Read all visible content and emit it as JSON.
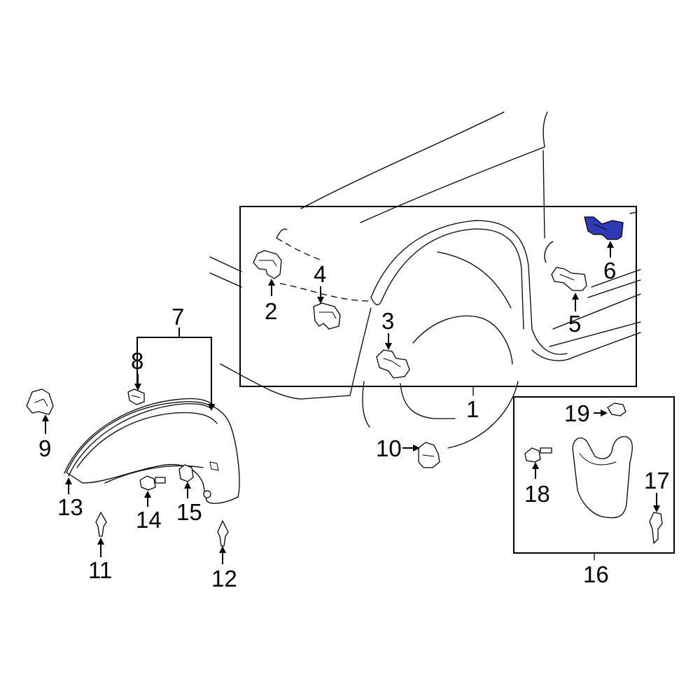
{
  "callouts": {
    "c1": "1",
    "c2": "2",
    "c3": "3",
    "c4": "4",
    "c5": "5",
    "c6": "6",
    "c7": "7",
    "c8": "8",
    "c9": "9",
    "c10": "10",
    "c11": "11",
    "c12": "12",
    "c13": "13",
    "c14": "14",
    "c15": "15",
    "c16": "16",
    "c17": "17",
    "c18": "18",
    "c19": "19"
  },
  "highlighted_part": "6",
  "colors": {
    "highlight": "#2f3bb5",
    "line": "#000000",
    "background": "#ffffff"
  }
}
